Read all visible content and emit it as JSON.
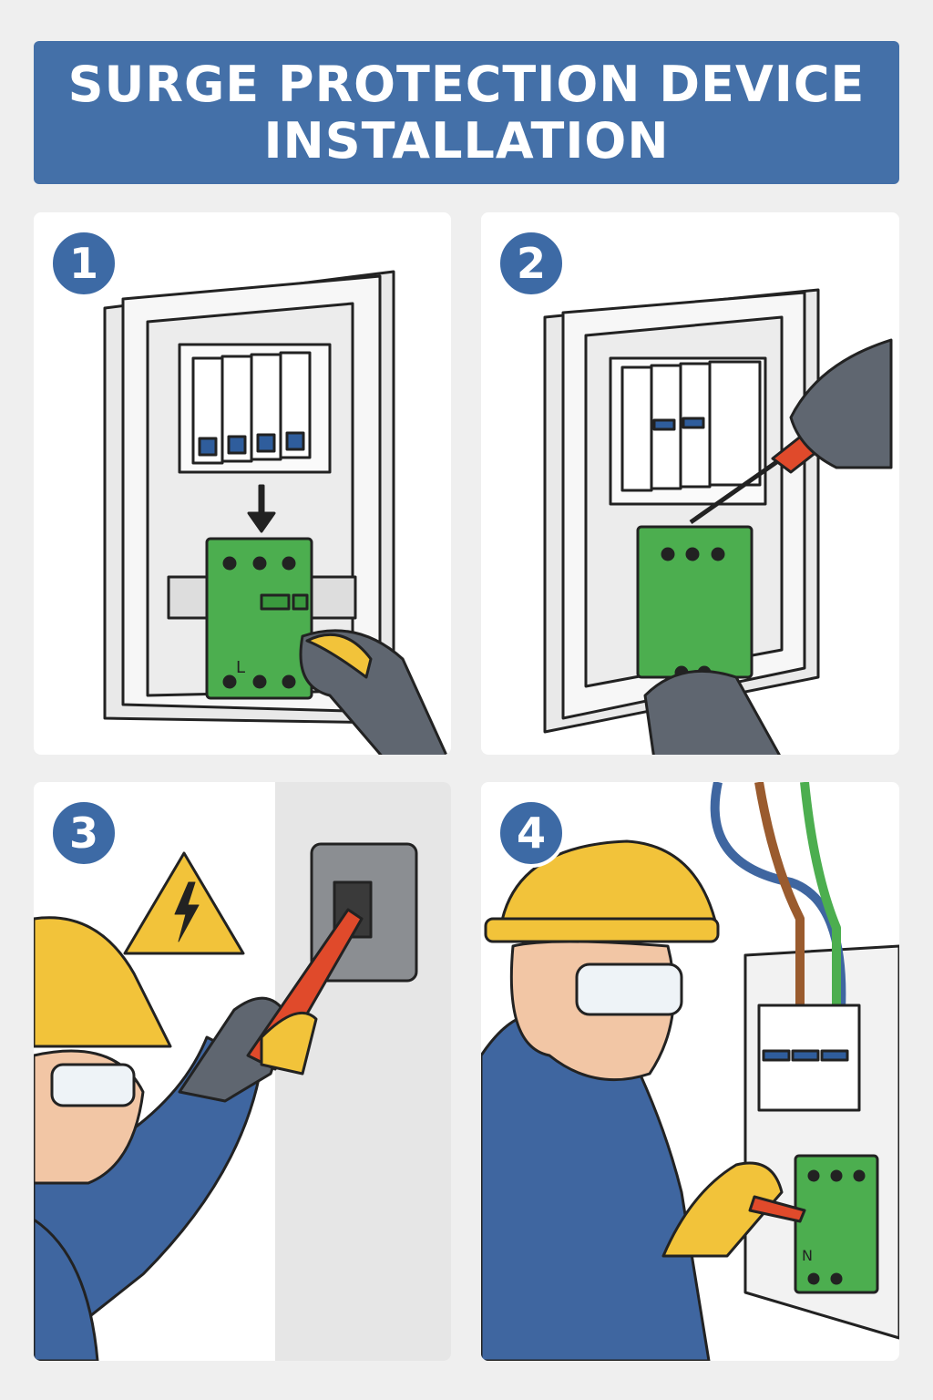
{
  "title": {
    "line1": "SURGE PROTECTION DEVICE",
    "line2": "INSTALLATION"
  },
  "steps": [
    {
      "number": "1",
      "device_label": "L"
    },
    {
      "number": "2"
    },
    {
      "number": "3"
    },
    {
      "number": "4",
      "device_label": "N"
    }
  ],
  "colors": {
    "banner": "#4470a8",
    "step_badge": "#3d6aa5",
    "spd_green": "#4cae4f",
    "glove_gray": "#5f6670",
    "helmet_yellow": "#f2c33a",
    "shirt_blue": "#3f66a0"
  }
}
